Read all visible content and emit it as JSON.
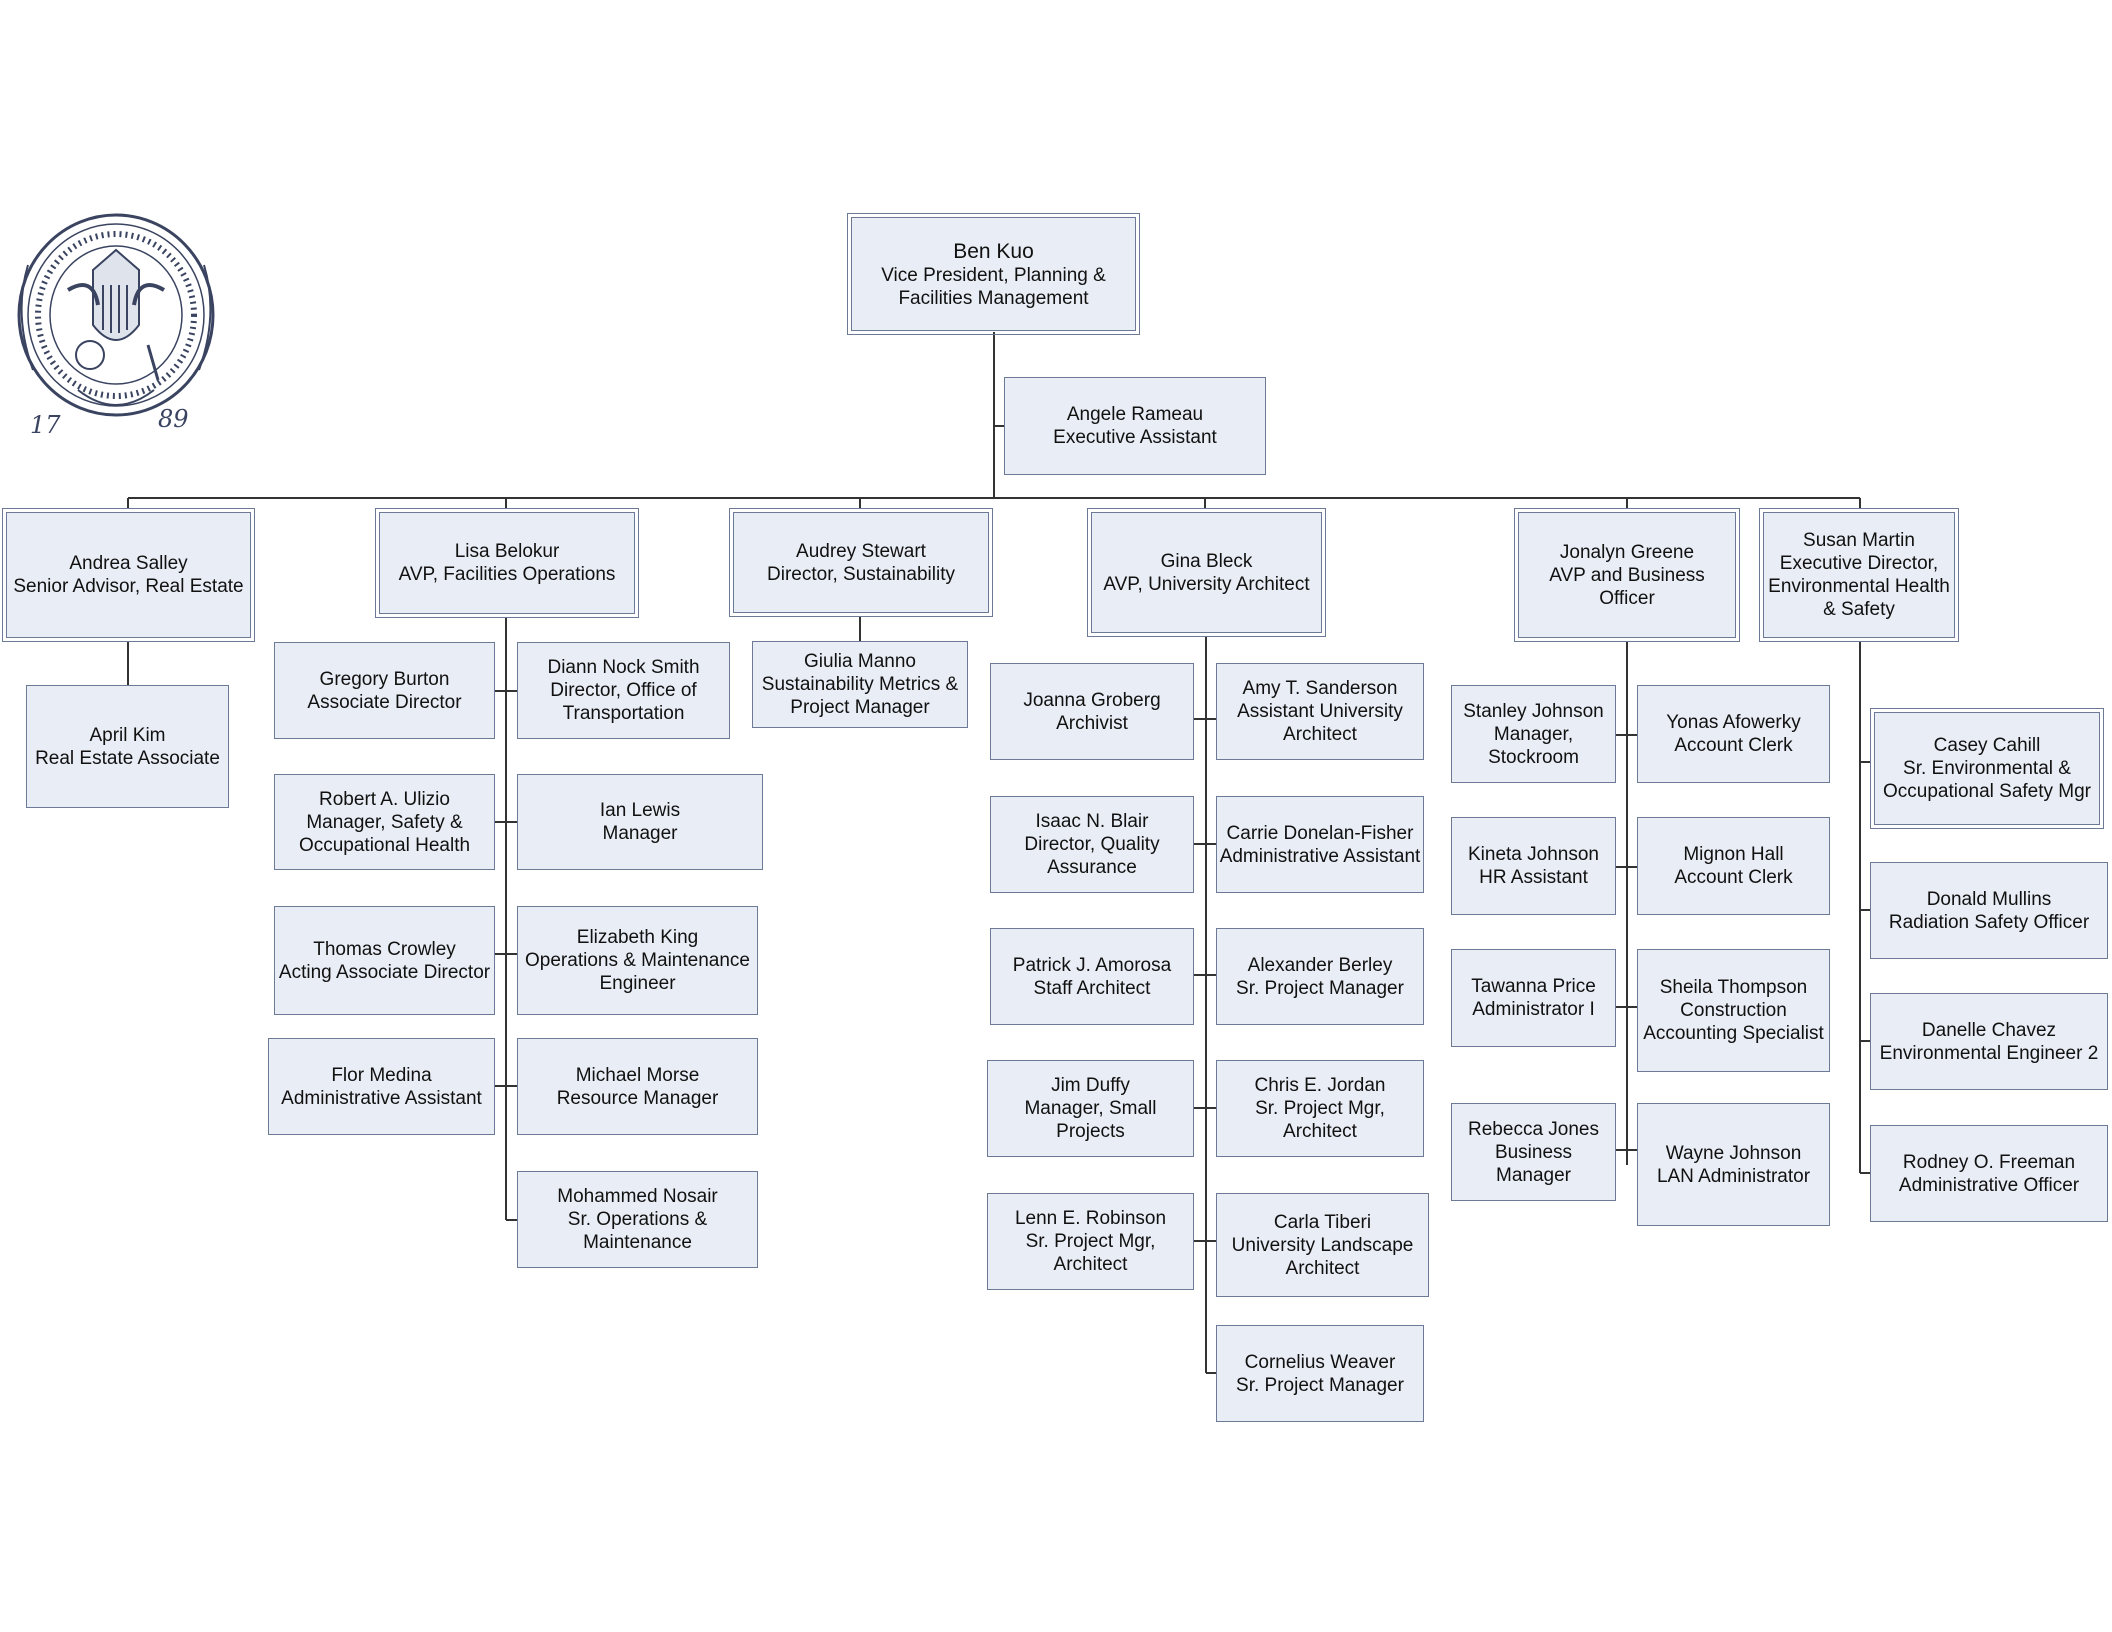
{
  "seal": {
    "year_left": "17",
    "year_right": "89"
  },
  "nodes": {
    "kuo": {
      "name": "Ben Kuo",
      "title": "Vice President, Planning &",
      "title2": "Facilities Management"
    },
    "rameau": {
      "name": "Angele Rameau",
      "title": "Executive Assistant"
    },
    "salley": {
      "name": "Andrea Salley",
      "title": "Senior Advisor, Real Estate"
    },
    "kim": {
      "name": "April Kim",
      "title": "Real Estate Associate"
    },
    "belokur": {
      "name": "Lisa Belokur",
      "title": "AVP, Facilities Operations"
    },
    "burton": {
      "name": "Gregory Burton",
      "title": "Associate Director"
    },
    "smith": {
      "name": "Diann Nock Smith",
      "title": "Director, Office of",
      "title2": "Transportation"
    },
    "ulizio": {
      "name": "Robert A. Ulizio",
      "title": "Manager, Safety &",
      "title2": "Occupational Health"
    },
    "lewis": {
      "name": "Ian Lewis",
      "title": "Manager"
    },
    "crowley": {
      "name": "Thomas Crowley",
      "title": "Acting Associate Director"
    },
    "king": {
      "name": "Elizabeth King",
      "title": "Operations & Maintenance",
      "title2": "Engineer"
    },
    "medina": {
      "name": "Flor Medina",
      "title": "Administrative Assistant"
    },
    "morse": {
      "name": "Michael Morse",
      "title": "Resource Manager"
    },
    "nosair": {
      "name": "Mohammed Nosair",
      "title": "Sr. Operations &",
      "title2": "Maintenance"
    },
    "stewart": {
      "name": "Audrey Stewart",
      "title": "Director, Sustainability"
    },
    "manno": {
      "name": "Giulia Manno",
      "title": "Sustainability Metrics &",
      "title2": "Project Manager"
    },
    "bleck": {
      "name": "Gina Bleck",
      "title": "AVP, University Architect"
    },
    "groberg": {
      "name": "Joanna Groberg",
      "title": "Archivist"
    },
    "sanderson": {
      "name": "Amy T. Sanderson",
      "title": "Assistant University",
      "title2": "Architect"
    },
    "blair": {
      "name": "Isaac N. Blair",
      "title": "Director, Quality",
      "title2": "Assurance"
    },
    "donelan": {
      "name": "Carrie Donelan-Fisher",
      "title": "Administrative Assistant"
    },
    "amorosa": {
      "name": "Patrick J. Amorosa",
      "title": "Staff Architect"
    },
    "berley": {
      "name": "Alexander Berley",
      "title": "Sr. Project Manager"
    },
    "duffy": {
      "name": "Jim Duffy",
      "title": "Manager, Small",
      "title2": "Projects"
    },
    "jordan": {
      "name": "Chris E. Jordan",
      "title": "Sr. Project Mgr,",
      "title2": "Architect"
    },
    "robinson": {
      "name": "Lenn E. Robinson",
      "title": "Sr. Project Mgr,",
      "title2": "Architect"
    },
    "tiberi": {
      "name": "Carla Tiberi",
      "title": "University Landscape",
      "title2": "Architect"
    },
    "weaver": {
      "name": "Cornelius Weaver",
      "title": "Sr. Project Manager"
    },
    "greene": {
      "name": "Jonalyn Greene",
      "title": "AVP and Business",
      "title2": "Officer"
    },
    "sjohnson": {
      "name": "Stanley Johnson",
      "title": "Manager,",
      "title2": "Stockroom"
    },
    "afowerky": {
      "name": "Yonas Afowerky",
      "title": "Account Clerk"
    },
    "kjohnson": {
      "name": "Kineta Johnson",
      "title": "HR Assistant"
    },
    "hall": {
      "name": "Mignon Hall",
      "title": "Account Clerk"
    },
    "price": {
      "name": "Tawanna Price",
      "title": "Administrator I"
    },
    "thompson": {
      "name": "Sheila Thompson",
      "title": "Construction",
      "title2": "Accounting Specialist"
    },
    "jones": {
      "name": "Rebecca Jones",
      "title": "Business",
      "title2": "Manager"
    },
    "wjohnson": {
      "name": "Wayne Johnson",
      "title": "LAN Administrator"
    },
    "martin": {
      "name": "Susan Martin",
      "title": "Executive Director,",
      "title2": "Environmental Health",
      "title3": "& Safety"
    },
    "cahill": {
      "name": "Casey Cahill",
      "title": "Sr. Environmental &",
      "title2": "Occupational Safety Mgr"
    },
    "mullins": {
      "name": "Donald Mullins",
      "title": "Radiation Safety Officer"
    },
    "chavez": {
      "name": "Danelle Chavez",
      "title": "Environmental Engineer 2"
    },
    "freeman": {
      "name": "Rodney O. Freeman",
      "title": "Administrative Officer"
    }
  }
}
